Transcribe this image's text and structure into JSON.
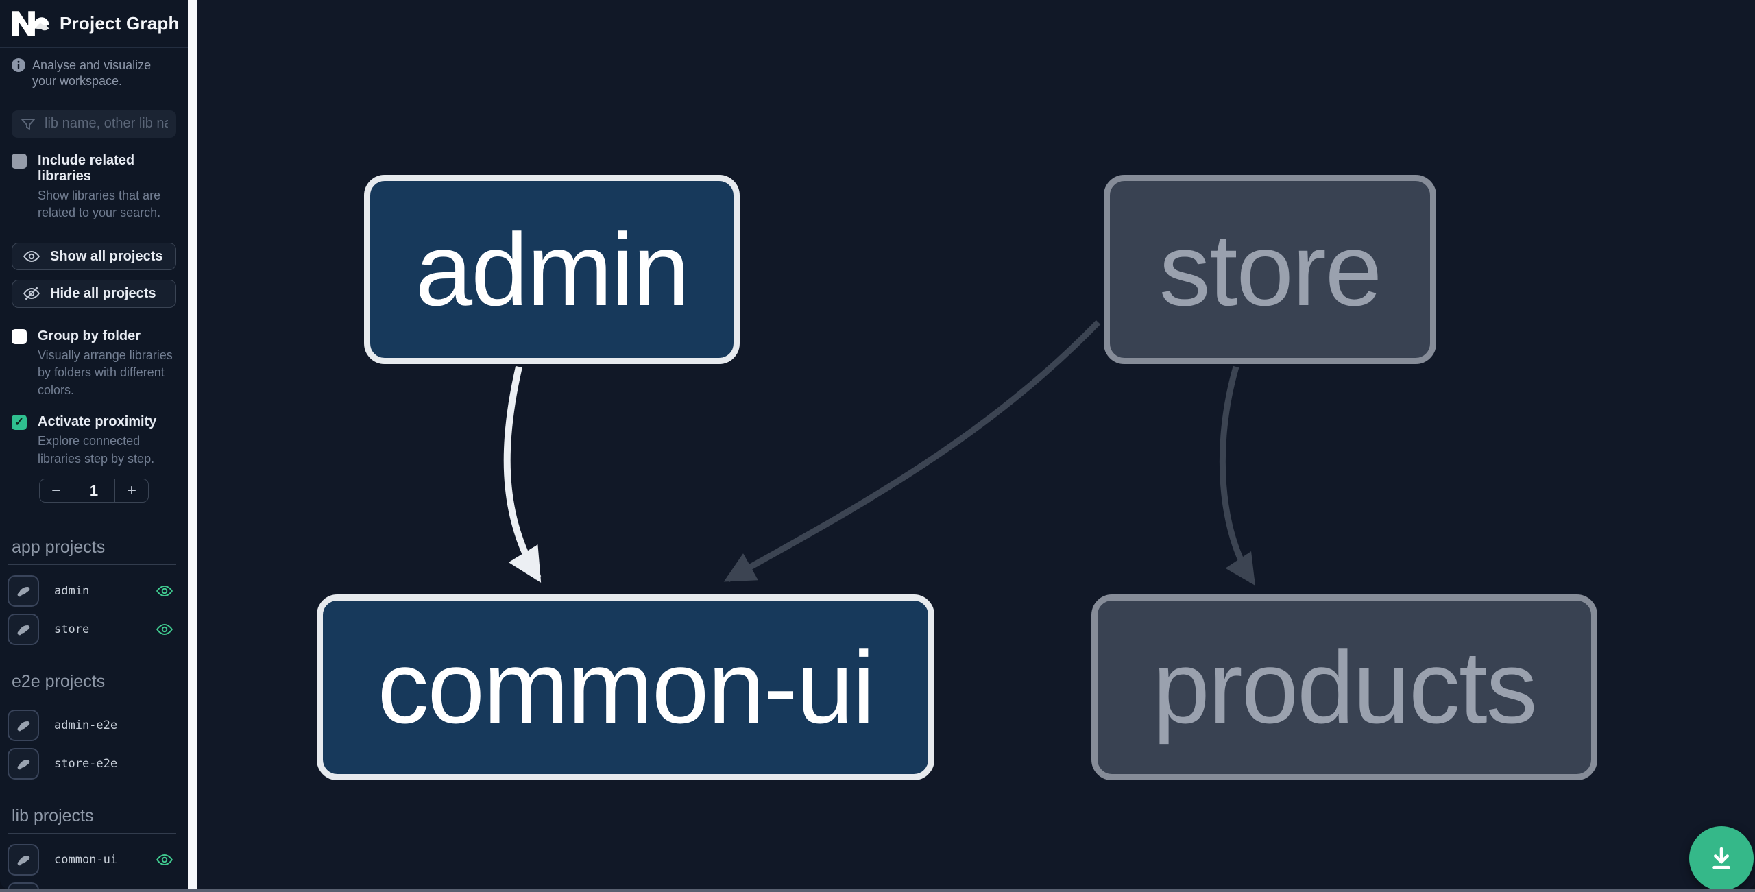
{
  "header": {
    "title": "Project Graph",
    "logo": "nx-logo",
    "accent_color": "#2fbf9b"
  },
  "intro": {
    "text": "Analyse and visualize your workspace."
  },
  "search": {
    "placeholder": "lib name, other lib name",
    "value": ""
  },
  "options": {
    "include_related": {
      "label": "Include related libraries",
      "description": "Show libraries that are related to your search.",
      "checked": false
    },
    "group_by_folder": {
      "label": "Group by folder",
      "description": "Visually arrange libraries by folders with different colors.",
      "checked": false
    },
    "activate_proximity": {
      "label": "Activate proximity",
      "description": "Explore connected libraries step by step.",
      "checked": true,
      "check_glyph": "✓"
    }
  },
  "actions": {
    "show_all": "Show all projects",
    "hide_all": "Hide all projects"
  },
  "proximity_stepper": {
    "decrement": "−",
    "value": "1",
    "increment": "+"
  },
  "sections": [
    {
      "heading": "app projects",
      "items": [
        {
          "label": "admin",
          "visible": true
        },
        {
          "label": "store",
          "visible": true
        }
      ]
    },
    {
      "heading": "e2e projects",
      "items": [
        {
          "label": "admin-e2e",
          "visible": false
        },
        {
          "label": "store-e2e",
          "visible": false
        }
      ]
    },
    {
      "heading": "lib projects",
      "items": [
        {
          "label": "common-ui",
          "visible": true
        },
        {
          "label": "products",
          "visible": true
        }
      ]
    }
  ],
  "graph": {
    "background": "#111827",
    "nodes": [
      {
        "id": "admin",
        "label": "admin",
        "state": "focused",
        "fill": "#17395b",
        "border": "#e7eaee",
        "text_color": "#ffffff"
      },
      {
        "id": "store",
        "label": "store",
        "state": "dimmed",
        "fill": "#394252",
        "border": "#868c98",
        "text_color": "#9aa1ae"
      },
      {
        "id": "common-ui",
        "label": "common-ui",
        "state": "focused",
        "fill": "#17395b",
        "border": "#e7eaee",
        "text_color": "#ffffff"
      },
      {
        "id": "products",
        "label": "products",
        "state": "dimmed",
        "fill": "#394252",
        "border": "#868c98",
        "text_color": "#9aa1ae"
      }
    ],
    "edges": [
      {
        "from": "admin",
        "to": "common-ui",
        "style": "highlighted",
        "color": "#eceff3"
      },
      {
        "from": "store",
        "to": "common-ui",
        "style": "dimmed",
        "color": "#3c4452"
      },
      {
        "from": "store",
        "to": "products",
        "style": "dimmed",
        "color": "#3c4452"
      }
    ]
  },
  "fab": {
    "tooltip": "download",
    "color": "#35b889"
  },
  "colors": {
    "sidebar_bg": "#0f1725",
    "canvas_bg": "#111827",
    "divider": "#f7f8fa",
    "eye_icon": "#40c98f"
  }
}
